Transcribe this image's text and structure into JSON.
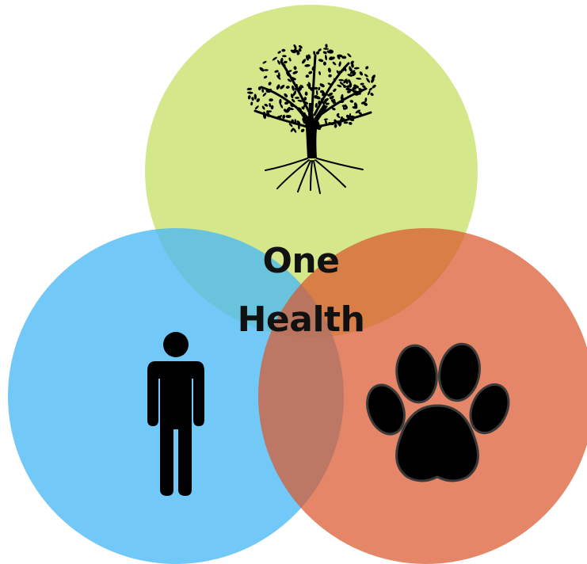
{
  "diagram": {
    "title_lines": [
      "One",
      "Health"
    ],
    "circles": [
      {
        "name": "environment",
        "color": "#c8e06a",
        "icon": "tree-icon"
      },
      {
        "name": "humans",
        "color": "#4ab8f5",
        "icon": "person-icon"
      },
      {
        "name": "animals",
        "color": "#d9572c",
        "icon": "paw-print-icon"
      }
    ],
    "text_color": "#111111",
    "icon_color": "#000000"
  }
}
